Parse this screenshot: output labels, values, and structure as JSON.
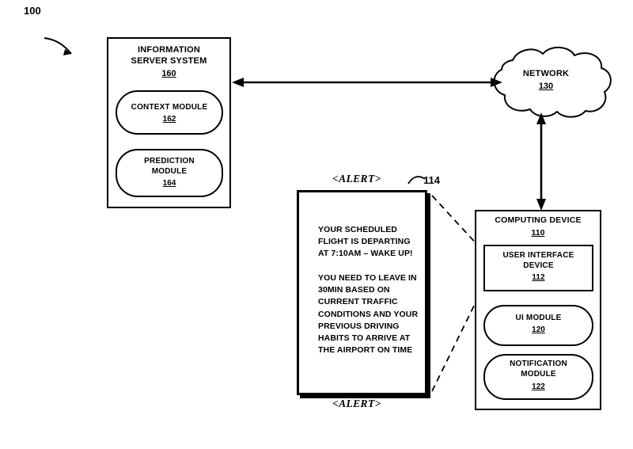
{
  "figure": {
    "figure_reference": "100"
  },
  "information_server_system": {
    "title": "INFORMATION\nSERVER SYSTEM",
    "ref": "160",
    "modules": [
      {
        "name": "context-module",
        "title": "CONTEXT MODULE",
        "ref": "162"
      },
      {
        "name": "prediction-module",
        "title": "PREDICTION\nMODULE",
        "ref": "164"
      }
    ]
  },
  "network": {
    "title": "NETWORK",
    "ref": "130"
  },
  "computing_device": {
    "title": "COMPUTING DEVICE",
    "ref": "110",
    "user_interface_device": {
      "title": "USER INTERFACE\nDEVICE",
      "ref": "112"
    },
    "modules": [
      {
        "name": "ui-module",
        "title": "UI MODULE",
        "ref": "120"
      },
      {
        "name": "notification-module",
        "title": "NOTIFICATION\nMODULE",
        "ref": "122"
      }
    ]
  },
  "alert": {
    "ref": "114",
    "tag_top": "<ALERT>",
    "tag_bottom": "<ALERT>",
    "body": "YOUR SCHEDULED\nFLIGHT IS DEPARTING\nAT 7:10AM – WAKE UP!\n\nYOU NEED TO LEAVE IN\n30MIN BASED ON\nCURRENT TRAFFIC\nCONDITIONS AND YOUR\nPREVIOUS DRIVING\nHABITS TO ARRIVE AT\nTHE AIRPORT ON TIME"
  },
  "colors": {
    "ink": "#000000",
    "paper": "#ffffff"
  }
}
